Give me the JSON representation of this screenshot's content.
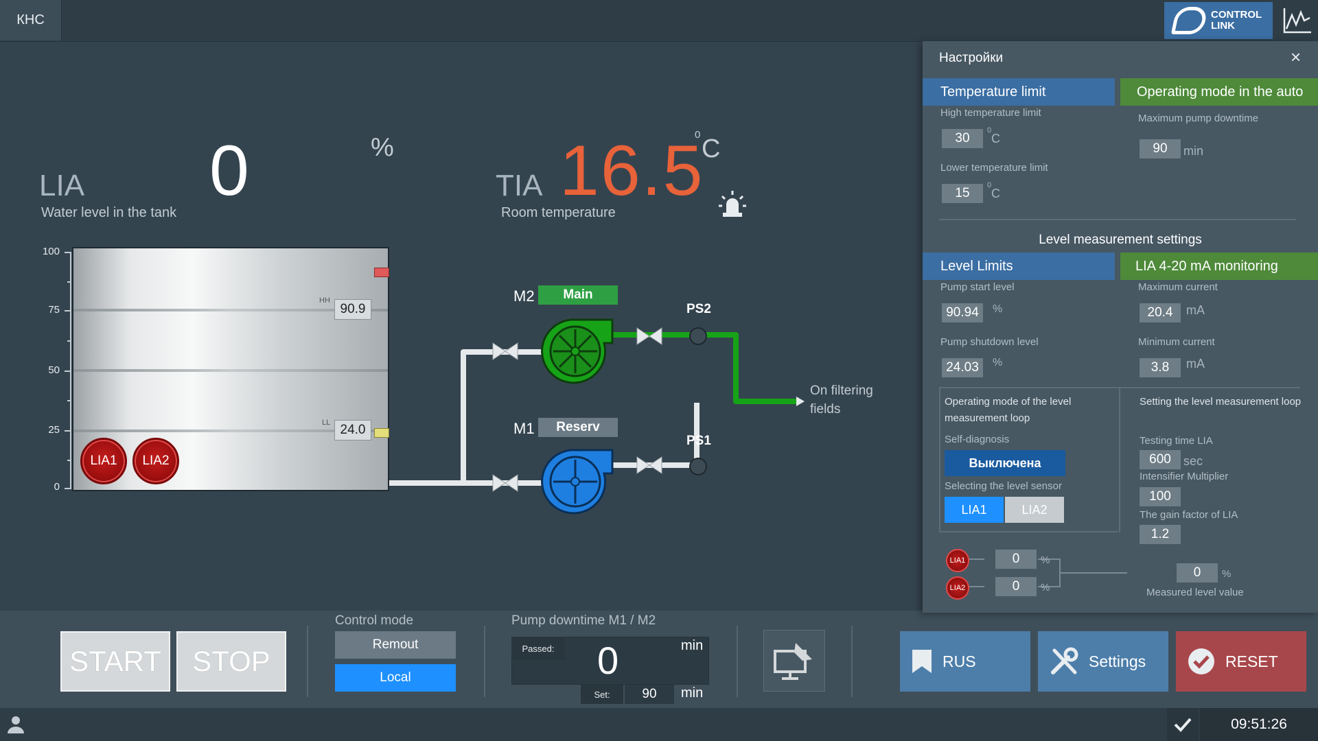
{
  "topbar": {
    "tab": "КНС",
    "logo_line1": "CONTROL",
    "logo_line2": "LINK"
  },
  "lia": {
    "tag": "LIA",
    "label": "Water level in the tank",
    "value": "0",
    "unit": "%"
  },
  "tia": {
    "tag": "TIA",
    "label": "Room temperature",
    "value": "16.5",
    "unit_sup": "0",
    "unit": "C"
  },
  "tank": {
    "axis": [
      "100",
      "75",
      "50",
      "25",
      "0"
    ],
    "hh_tag": "HH",
    "hh_value": "90.9",
    "ll_tag": "LL",
    "ll_value": "24.0",
    "badges": [
      "LIA1",
      "LIA2"
    ]
  },
  "pumps": {
    "m2": {
      "name": "M2",
      "status": "Main"
    },
    "m1": {
      "name": "M1",
      "status": "Reserv"
    },
    "ps2": "PS2",
    "ps1": "PS1",
    "outlet_line1": "On filtering",
    "outlet_line2": "fields"
  },
  "colors": {
    "main_green": "#2ea043",
    "reserve_gray": "#6b7a85",
    "pump_green": "#17a317",
    "pump_blue": "#1e7fe0",
    "alarm_red": "#e8623a"
  },
  "controls": {
    "start": "START",
    "stop": "STOP",
    "mode_title": "Control mode",
    "mode_remote": "Remout",
    "mode_local": "Local",
    "downtime_title": "Pump downtime M1 / M2",
    "passed_label": "Passed:",
    "passed_value": "0",
    "passed_unit": "min",
    "set_label": "Set:",
    "set_value": "90",
    "set_unit": "min",
    "rus": "RUS",
    "settings": "Settings",
    "reset": "RESET"
  },
  "status": {
    "time": "09:51:26"
  },
  "settings": {
    "title": "Настройки",
    "temp_head": "Temperature limit",
    "auto_head": "Operating mode in the auto",
    "high_temp_label": "High temperature limit",
    "high_temp_value": "30",
    "low_temp_label": "Lower temperature limit",
    "low_temp_value": "15",
    "temp_unit_sup": "0",
    "temp_unit": "C",
    "max_downtime_label": "Maximum pump downtime",
    "max_downtime_value": "90",
    "max_downtime_unit": "min",
    "level_settings_title": "Level measurement settings",
    "level_head": "Level Limits",
    "monitor_head": "LIA 4-20 mA monitoring",
    "pump_start_label": "Pump start level",
    "pump_start_value": "90.94",
    "pump_shutdown_label": "Pump shutdown level",
    "pump_shutdown_value": "24.03",
    "pct": "%",
    "max_current_label": "Maximum current",
    "max_current_value": "20.4",
    "min_current_label": "Minimum current",
    "min_current_value": "3.8",
    "ma": "mA",
    "loop_mode_label": "Operating mode of the level measurement loop",
    "self_diag_label": "Self-diagnosis",
    "self_diag_button": "Выключена",
    "sensor_select_label": "Selecting the level sensor",
    "sensor_lia1": "LIA1",
    "sensor_lia2": "LIA2",
    "loop_setting_label": "Setting the level measurement loop",
    "testing_time_label": "Testing time LIA",
    "testing_time_value": "600",
    "testing_time_unit": "sec",
    "intensifier_label": "Intensifier Multiplier",
    "intensifier_value": "100",
    "gain_label": "The gain factor of LIA",
    "gain_value": "1.2",
    "lia1_small": "LIA1",
    "lia2_small": "LIA2",
    "lia1_reading": "0",
    "lia2_reading": "0",
    "measured_value": "0",
    "measured_label": "Measured level value"
  }
}
